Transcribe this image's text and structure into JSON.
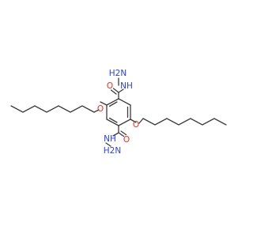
{
  "molecule": {
    "atoms": {
      "o_upper": "O",
      "nh_upper": "NH",
      "nh2_upper": "H2N",
      "o_lower": "O",
      "nh_lower": "NH",
      "nh2_lower": "H2N",
      "o_ether_left": "O",
      "o_ether_right": "O"
    },
    "colors": {
      "oxygen": "#ff2a1a",
      "nitrogen": "#2a3cff",
      "bond": "#3b3b3b"
    }
  }
}
